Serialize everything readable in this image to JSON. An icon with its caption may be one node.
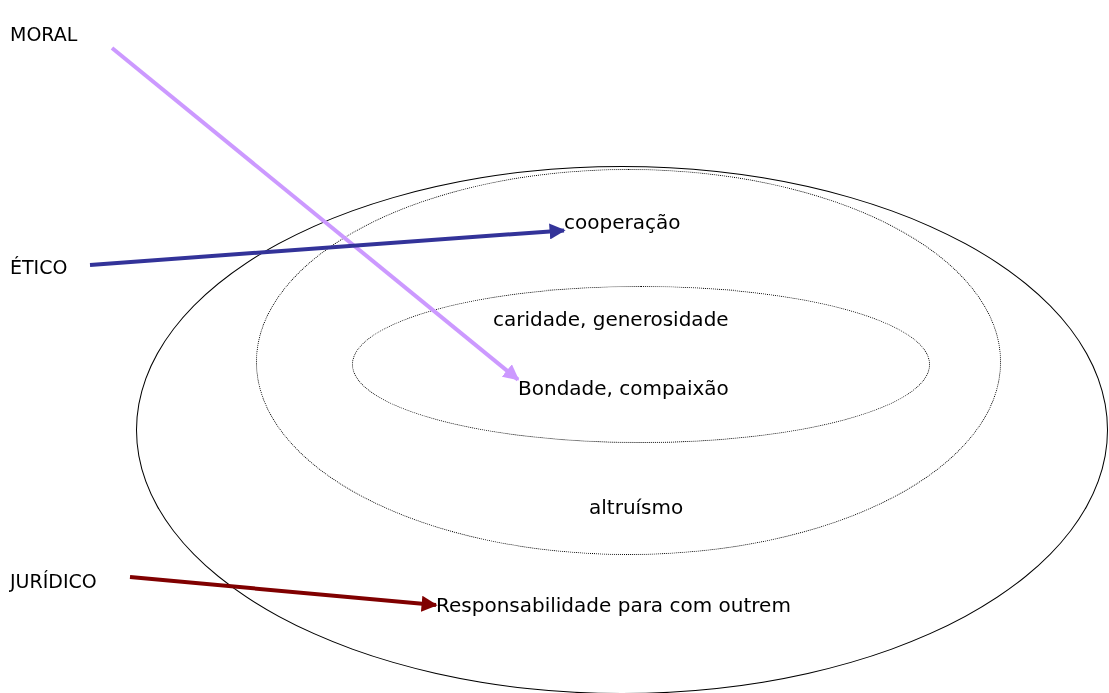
{
  "diagram": {
    "nodes": [
      {
        "text": [],
        "shape": "ellipse"
      },
      {
        "text": [],
        "shape": "ellipse",
        "in": 0
      },
      {
        "text": [
          "cooperação"
        ],
        "in": 1
      },
      {
        "text": [],
        "shape": "ellipse",
        "in": 1
      },
      {
        "text": [
          "caridade, generosidade"
        ],
        "in": 3
      },
      {
        "text": [
          "Bondade, compaixão"
        ],
        "in": 3
      },
      {
        "text": [
          "altruísmo"
        ],
        "in": 1
      },
      {
        "text": [
          "Responsabilidade para com outrem"
        ],
        "in": 0
      },
      {
        "text": [
          "MORAL"
        ]
      },
      {
        "text": [
          "ÉTICO"
        ]
      },
      {
        "text": [
          "JURÍDICO"
        ]
      }
    ],
    "edges": [
      {
        "from": 8,
        "to": 5,
        "arrow": "to",
        "color": "#cc99ff"
      },
      {
        "from": 9,
        "to": 2,
        "arrow": "to",
        "color": "#333399"
      },
      {
        "from": 10,
        "to": 7,
        "arrow": "to",
        "color": "#800000"
      }
    ]
  }
}
